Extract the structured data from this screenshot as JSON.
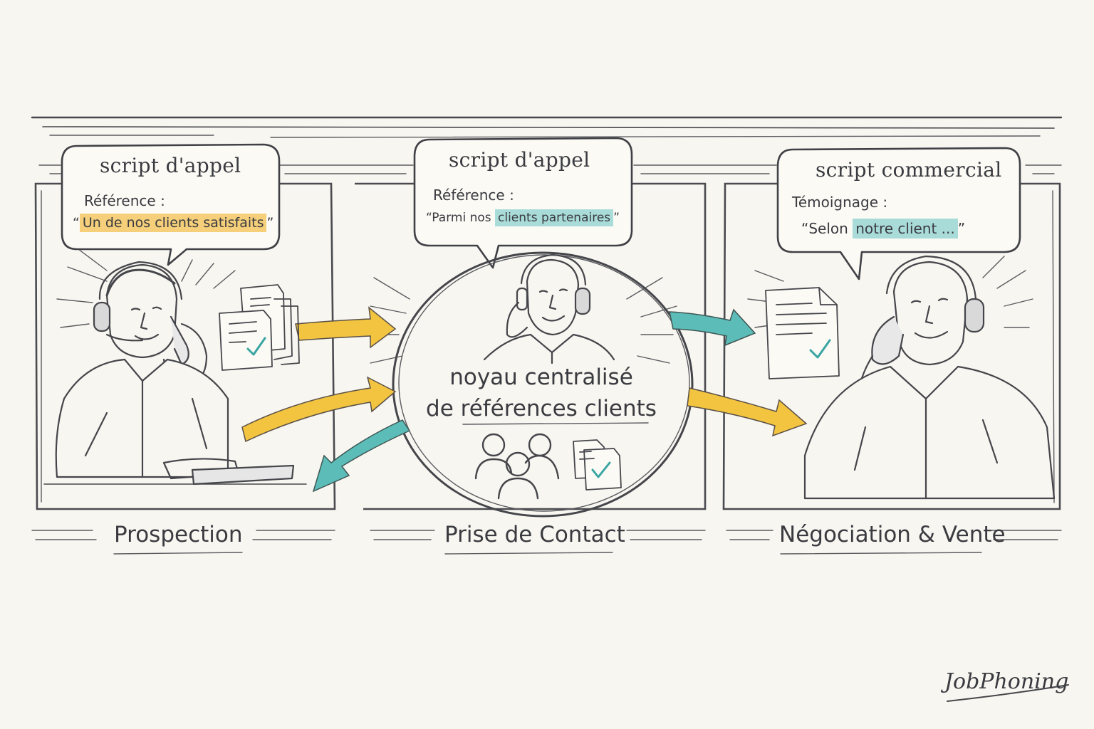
{
  "panels": [
    {
      "bubble_title": "script d'appel",
      "ref_label": "Référence :",
      "quote_open": "“",
      "quote_highlight": "Un de nos clients satisfaits",
      "quote_close": "”",
      "stage_label": "Prospection",
      "highlight_color": "#f5cf7a"
    },
    {
      "bubble_title": "script d'appel",
      "ref_label": "Référence :",
      "quote_prefix": "“Parmi nos ",
      "quote_highlight": "clients partenaires",
      "quote_close": "”",
      "stage_label": "Prise de Contact",
      "highlight_color": "#a9dcd9"
    },
    {
      "bubble_title": "script commercial",
      "ref_label": "Témoignage :",
      "quote_prefix": "“Selon ",
      "quote_highlight": "notre client ...",
      "quote_close": "”",
      "stage_label": "Négociation & Vente",
      "highlight_color": "#a9dcd9"
    }
  ],
  "core": {
    "line1": "noyau centralisé",
    "line2": "de références clients"
  },
  "brand": "JobPhoning",
  "colors": {
    "background": "#f8f6f0",
    "ink": "#45464b",
    "arrow_yellow": "#f2c43f",
    "arrow_teal": "#5bbcb8"
  }
}
